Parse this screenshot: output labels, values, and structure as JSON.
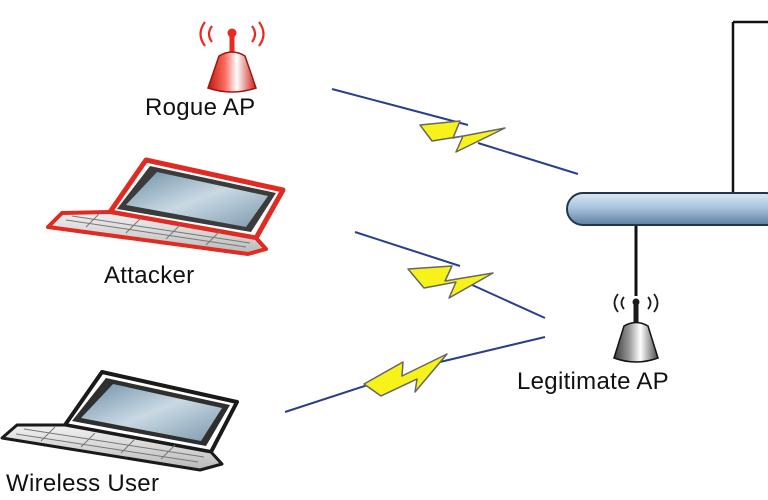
{
  "labels": {
    "rogue_ap": "Rogue AP",
    "attacker": "Attacker",
    "wireless_user": "Wireless User",
    "legitimate_ap": "Legitimate AP"
  },
  "colors": {
    "rogue_ap": "#e8291f",
    "attacker_outline": "#e02a22",
    "laptop_outline": "#1a1a1a",
    "legit_ap": "#1a1a1a",
    "lightning_fill": "#f6f21a",
    "wave_line": "#2a3f8c",
    "network_bus": "#a9c4de"
  },
  "icons": {
    "rogue_ap": "access-point-icon",
    "attacker": "laptop-icon",
    "wireless_user": "laptop-icon",
    "legitimate_ap": "access-point-icon",
    "links": "lightning-icon"
  }
}
